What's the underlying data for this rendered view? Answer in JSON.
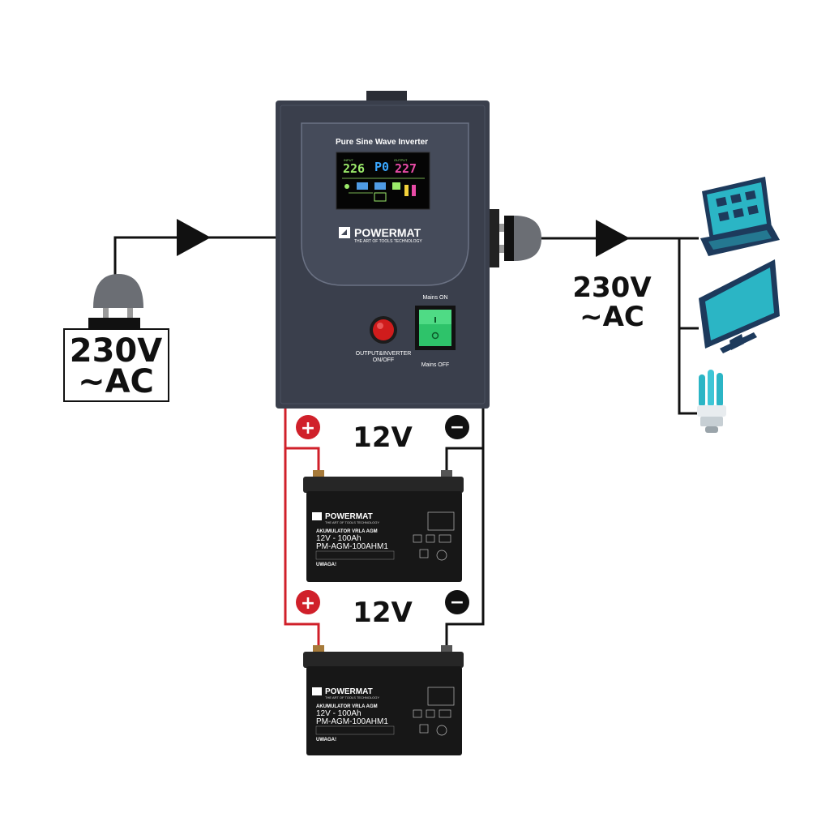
{
  "input_label": {
    "line1": "230V",
    "line2": "~AC"
  },
  "output_label": {
    "line1": "230V",
    "line2": "~AC"
  },
  "inverter": {
    "title": "Pure Sine Wave Inverter",
    "brand": "POWERMAT",
    "brand_tagline": "THE ART OF TOOLS TECHNOLOGY",
    "output_button_label_1": "OUTPUT&INVERTER",
    "output_button_label_2": "ON/OFF",
    "mains_on_label": "Mains ON",
    "mains_off_label": "Mains OFF",
    "lcd": {
      "input_label": "INPUT",
      "output_label": "OUTPUT",
      "input_value": "226",
      "mode_value": "P0",
      "output_value": "227"
    }
  },
  "batteries": [
    {
      "voltage_label": "12V",
      "positive_symbol": "+",
      "negative_symbol": "−",
      "brand": "POWERMAT",
      "brand_tagline": "THE ART OF TOOLS TECHNOLOGY",
      "type": "AKUMULATOR VRLA AGM",
      "rating": "12V - 100Ah",
      "model": "PM-AGM-100AHM1",
      "warning_title": "UWAGA!"
    },
    {
      "voltage_label": "12V",
      "positive_symbol": "+",
      "negative_symbol": "−",
      "brand": "POWERMAT",
      "brand_tagline": "THE ART OF TOOLS TECHNOLOGY",
      "type": "AKUMULATOR VRLA AGM",
      "rating": "12V - 100Ah",
      "model": "PM-AGM-100AHM1",
      "warning_title": "UWAGA!"
    }
  ],
  "devices": [
    "laptop-icon",
    "monitor-icon",
    "bulb-icon"
  ],
  "colors": {
    "inverter_body": "#3a3f4c",
    "wire_black": "#111111",
    "wire_red": "#d0202a",
    "device_teal": "#2bb5c5",
    "device_navy": "#1d3a5c",
    "switch_green": "#2ec36a",
    "button_red": "#d01c1c"
  }
}
